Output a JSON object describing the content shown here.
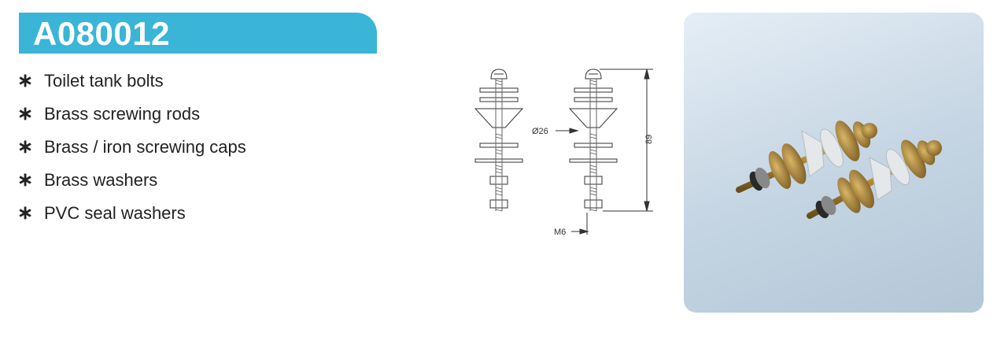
{
  "product": {
    "code": "A080012"
  },
  "features": [
    {
      "bullet": "∗",
      "text": "Toilet tank bolts"
    },
    {
      "bullet": "∗",
      "text": "Brass screwing rods"
    },
    {
      "bullet": "∗",
      "text": "Brass / iron screwing caps"
    },
    {
      "bullet": "∗",
      "text": "Brass washers"
    },
    {
      "bullet": "∗",
      "text": "PVC seal washers"
    }
  ],
  "drawing": {
    "diameter_label": "Ø26",
    "height_label": "89",
    "thread_label": "M6"
  },
  "colors": {
    "banner": "#3ab5d8",
    "brass": "#b8913a",
    "seal_washer": "#e4e8ea"
  },
  "icons": {
    "bullet": "asterisk-icon"
  }
}
